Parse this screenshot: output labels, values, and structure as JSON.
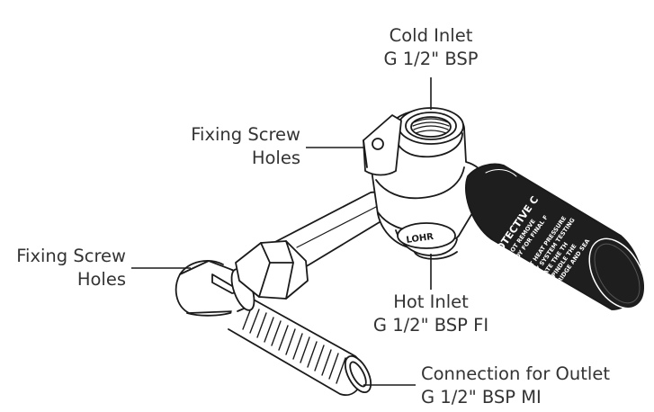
{
  "labels": {
    "cold_inlet": {
      "line1": "Cold Inlet",
      "line2": "G 1/2\" BSP"
    },
    "fixing_screw_holes_top": {
      "line1": "Fixing Screw",
      "line2": "Holes"
    },
    "fixing_screw_holes_left": {
      "line1": "Fixing Screw",
      "line2": "Holes"
    },
    "hot_inlet": {
      "line1": "Hot Inlet",
      "line2": "G 1/2\" BSP FI"
    },
    "outlet": {
      "line1": "Connection for Outlet",
      "line2": "G 1/2\" BSP MI"
    }
  },
  "cap_text": {
    "title": "PROTECTIVE C",
    "lines": [
      "DO NOT REMOVE",
      "READY FOR FINAL F",
      "DO NOT HEAT PRESSURE",
      "SUPPLY SYSTEM TESTING",
      "OPERATE THE TH",
      "THE SPINDLE THE",
      "CARTRIDGE AND SEA"
    ]
  },
  "body_text": "LOHR",
  "colors": {
    "line": "#1a1a1a",
    "cap": "#1e1e1e",
    "text": "#333333"
  }
}
